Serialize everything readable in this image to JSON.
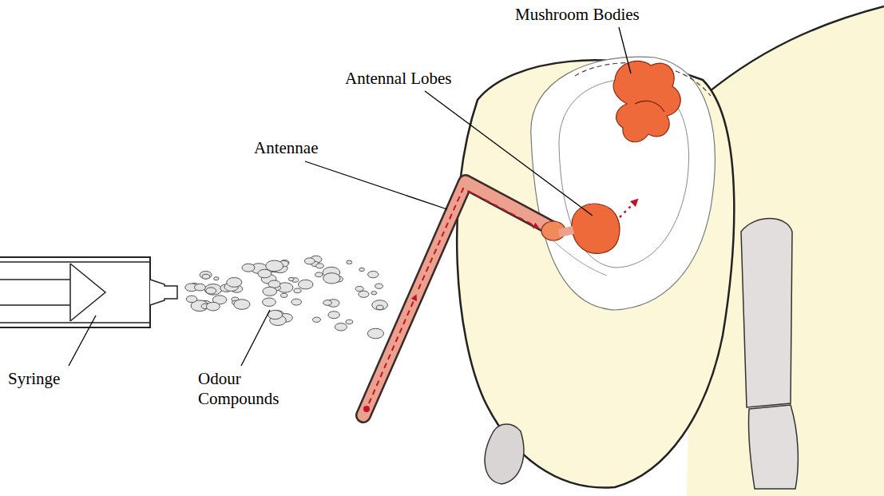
{
  "diagram": {
    "labels": [
      "Mushroom Bodies",
      "Antennal Lobes",
      "Antennae",
      "Syringe",
      "Odour Compounds"
    ]
  }
}
